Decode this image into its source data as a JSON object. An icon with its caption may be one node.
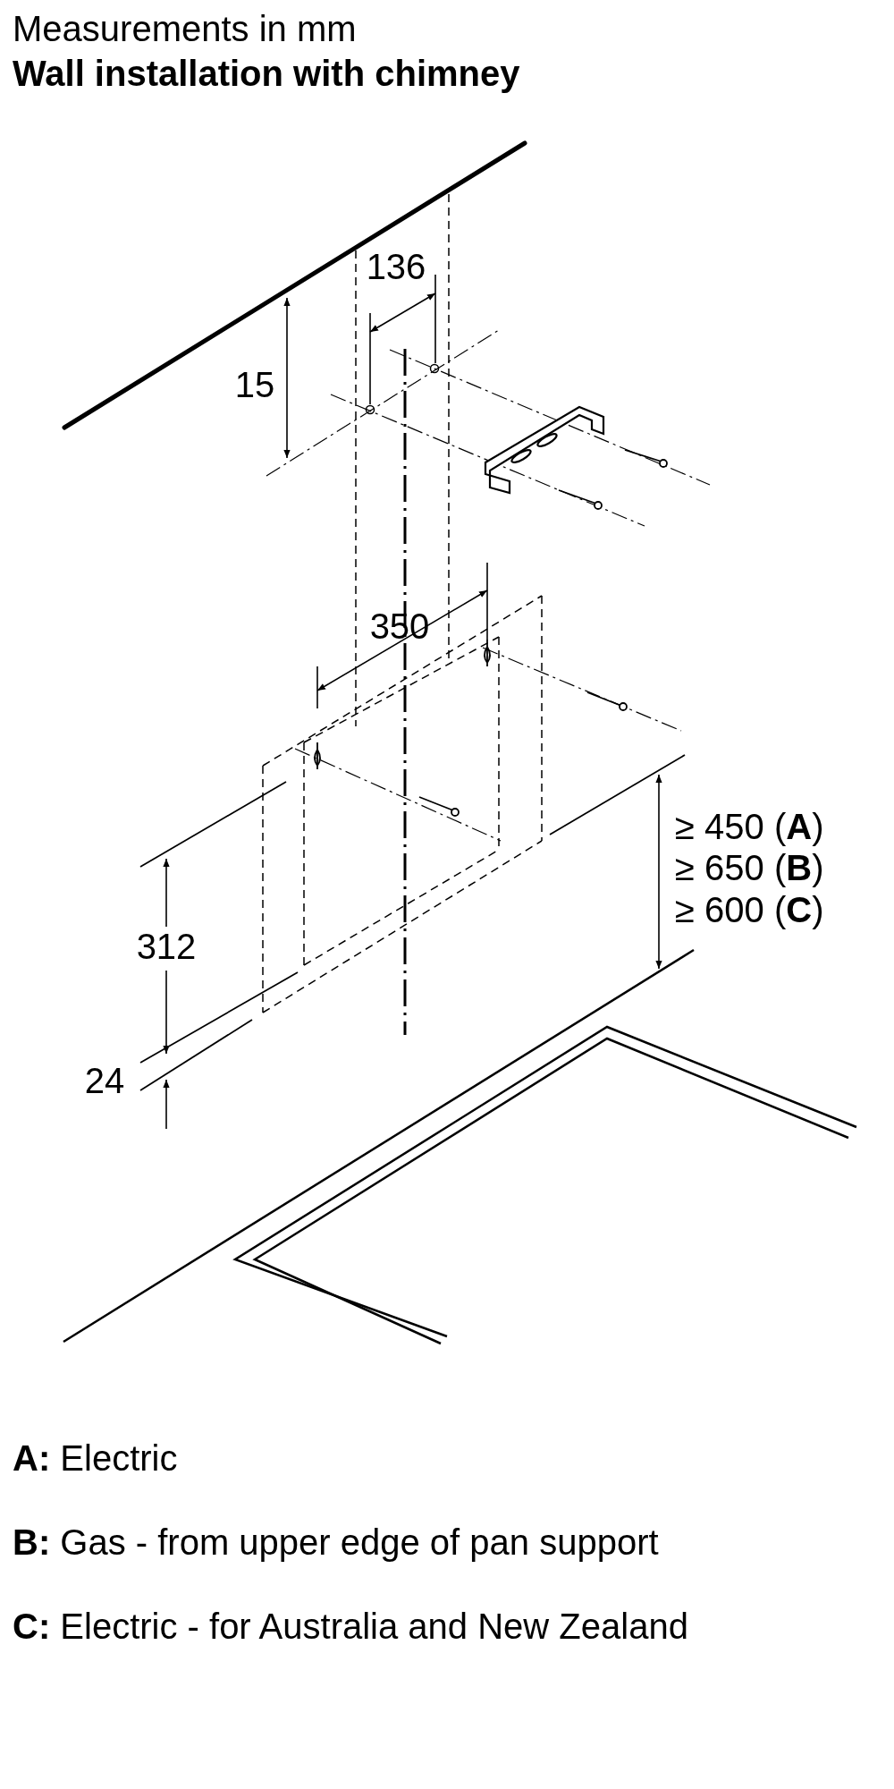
{
  "diagram": {
    "title": "Wall installation with chimney",
    "labels": [
      "Measurements in mm",
      "136",
      "15",
      "350",
      "≥ 450 (**A**)",
      "≥ 650 (**B**)",
      "≥ 600 (**C**)",
      "312",
      "24",
      "**A:** Electric",
      "**B:** Gas - from upper edge of pan support",
      "**C:** Electric - for Australia and New Zealand"
    ]
  }
}
